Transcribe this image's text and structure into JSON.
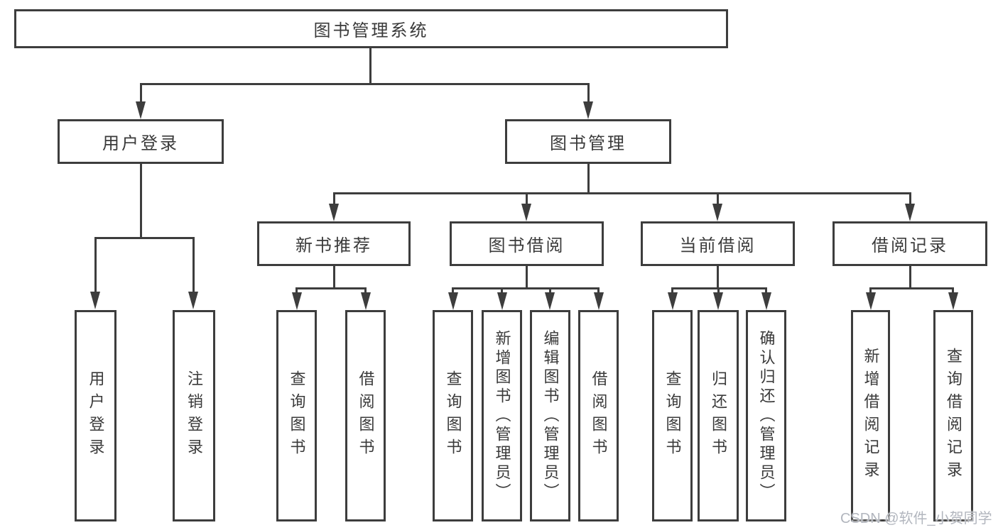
{
  "diagram_title": "图书管理系统",
  "nodes": {
    "root": {
      "label": "图书管理系统"
    },
    "user_login": {
      "label": "用户登录"
    },
    "book_mgmt": {
      "label": "图书管理"
    },
    "new_book_rec": {
      "label": "新书推荐"
    },
    "book_borrow": {
      "label": "图书借阅"
    },
    "current_borrow": {
      "label": "当前借阅"
    },
    "borrow_records": {
      "label": "借阅记录"
    },
    "leaf_user_login": {
      "label": "用户登录"
    },
    "leaf_logout": {
      "label": "注销登录"
    },
    "leaf_query_book_1": {
      "label": "查询图书"
    },
    "leaf_borrow_book_1": {
      "label": "借阅图书"
    },
    "leaf_query_book_2": {
      "label": "查询图书"
    },
    "leaf_add_book_admin": {
      "label": "新增图书（管理员）"
    },
    "leaf_edit_book_admin": {
      "label": "编辑图书（管理员）"
    },
    "leaf_borrow_book_2": {
      "label": "借阅图书"
    },
    "leaf_query_book_3": {
      "label": "查询图书"
    },
    "leaf_return_book": {
      "label": "归还图书"
    },
    "leaf_confirm_return_admin": {
      "label": "确认归还（管理员）"
    },
    "leaf_add_borrow_record": {
      "label": "新增借阅记录"
    },
    "leaf_query_borrow_record": {
      "label": "查询借阅记录"
    }
  },
  "hierarchy": {
    "label": "图书管理系统",
    "children": [
      {
        "label": "用户登录",
        "children": [
          {
            "label": "用户登录"
          },
          {
            "label": "注销登录"
          }
        ]
      },
      {
        "label": "图书管理",
        "children": [
          {
            "label": "新书推荐",
            "children": [
              {
                "label": "查询图书"
              },
              {
                "label": "借阅图书"
              }
            ]
          },
          {
            "label": "图书借阅",
            "children": [
              {
                "label": "查询图书"
              },
              {
                "label": "新增图书（管理员）"
              },
              {
                "label": "编辑图书（管理员）"
              },
              {
                "label": "借阅图书"
              }
            ]
          },
          {
            "label": "当前借阅",
            "children": [
              {
                "label": "查询图书"
              },
              {
                "label": "归还图书"
              },
              {
                "label": "确认归还（管理员）"
              }
            ]
          },
          {
            "label": "借阅记录",
            "children": [
              {
                "label": "新增借阅记录"
              },
              {
                "label": "查询借阅记录"
              }
            ]
          }
        ]
      }
    ]
  },
  "watermark": {
    "text": "CSDN @软件_小贺同学"
  },
  "colors": {
    "line": "#3d3d3d",
    "text": "#3a3a3a",
    "background": "#ffffff",
    "watermark": "#b2b6be"
  }
}
